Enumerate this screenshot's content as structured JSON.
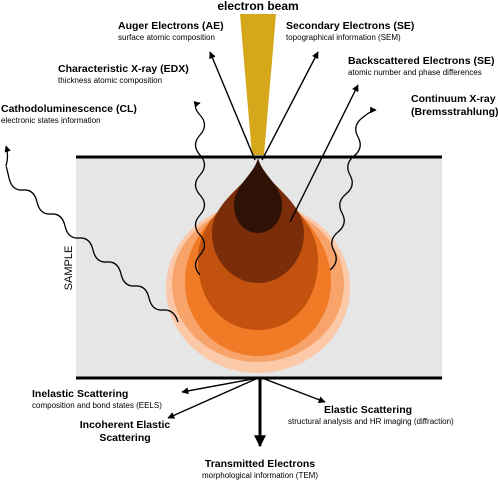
{
  "beam_label": "electron beam",
  "sample_label": "SAMPLE",
  "signals": {
    "auger": {
      "title": "Auger Electrons (AE)",
      "subtitle": "surface atomic composition"
    },
    "secondary": {
      "title": "Secondary Electrons (SE)",
      "subtitle": "topographical information (SEM)"
    },
    "backscattered": {
      "title": "Backscattered Electrons (SE)",
      "subtitle": "atomic number and phase differences"
    },
    "continuum": {
      "title_line1": "Continuum X-ray",
      "title_line2": "(Bremsstrahlung)"
    },
    "xray": {
      "title": "Characteristic X-ray (EDX)",
      "subtitle": "thickness atomic composition"
    },
    "cl": {
      "title": "Cathodoluminescence (CL)",
      "subtitle": "electronic states information"
    },
    "inelastic": {
      "title": "Inelastic Scattering",
      "subtitle": "composition and bond states (EELS)"
    },
    "incoherent": {
      "title_line1": "Incoherent Elastic",
      "title_line2": "Scattering"
    },
    "elastic": {
      "title": "Elastic Scattering",
      "subtitle": "structural analysis and HR imaging (diffraction)"
    },
    "transmitted": {
      "title": "Transmitted Electrons",
      "subtitle": "morphological information (TEM)"
    }
  },
  "colors": {
    "sample_fill": "#e6e6e6",
    "beam": "#d4a81a",
    "zone1": "#fbc8a8",
    "zone2": "#f7a36a",
    "zone3": "#f07a25",
    "zone4": "#c4520f",
    "zone5": "#7a2d08",
    "zone6": "#2e1206"
  }
}
